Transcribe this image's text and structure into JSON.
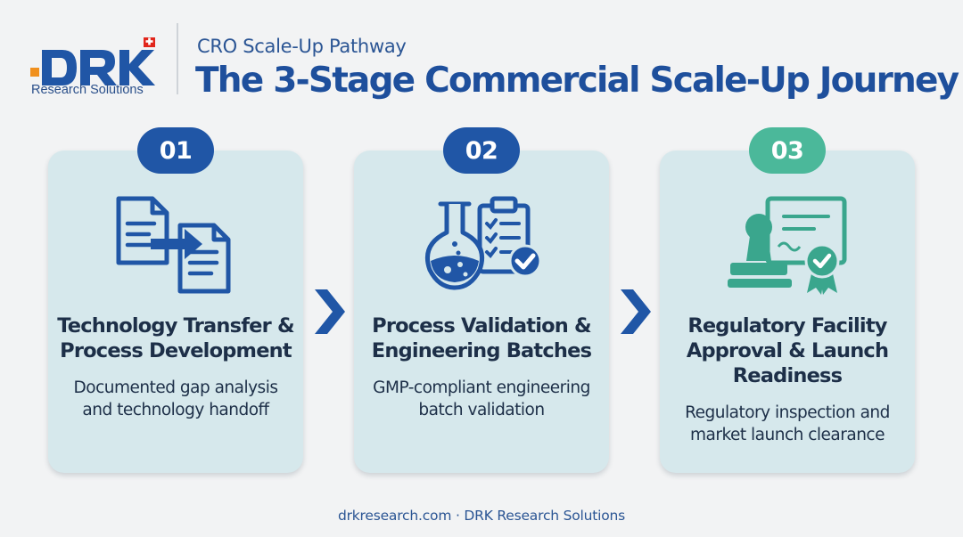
{
  "logo": {
    "name": "DRK",
    "subtitle": "Research Solutions",
    "flag_icon": "swiss-flag-icon"
  },
  "header": {
    "subtitle": "CRO Scale-Up Pathway",
    "title": "The 3-Stage Commercial Scale-Up Journey"
  },
  "colors": {
    "primary_blue": "#2056a6",
    "accent_teal": "#4bb89a",
    "card_bg": "#d6e8ec",
    "text_dark": "#1d2f48"
  },
  "stages": [
    {
      "number": "01",
      "title": "Technology Transfer &\nProcess Development",
      "description": "Documented gap analysis\nand technology handoff",
      "icon": "document-transfer-icon",
      "badge_color": "#2056a6"
    },
    {
      "number": "02",
      "title": "Process Validation &\nEngineering Batches",
      "description": "GMP-compliant engineering\nbatch validation",
      "icon": "flask-checklist-icon",
      "badge_color": "#2056a6"
    },
    {
      "number": "03",
      "title": "Regulatory Facility\nApproval & Launch\nReadiness",
      "description": "Regulatory inspection and\nmarket launch clearance",
      "icon": "certificate-stamp-icon",
      "badge_color": "#4bb89a"
    }
  ],
  "footer": {
    "text": "drkresearch.com · DRK Research Solutions"
  }
}
